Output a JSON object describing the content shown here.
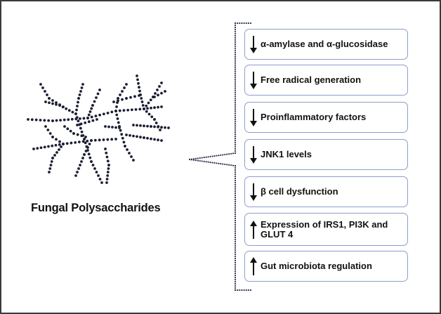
{
  "diagram": {
    "source_label": "Fungal Polysaccharides",
    "source_icon": "polysaccharide-branched-chain",
    "connector": "dotted-curly-bracket",
    "effects": [
      {
        "direction": "down",
        "label": "α-amylase and α-glucosidase"
      },
      {
        "direction": "down",
        "label": "Free radical generation"
      },
      {
        "direction": "down",
        "label": "Proinflammatory factors"
      },
      {
        "direction": "down",
        "label": "JNK1 levels"
      },
      {
        "direction": "down",
        "label": "β cell dysfunction"
      },
      {
        "direction": "up",
        "label": "Expression of IRS1, PI3K and GLUT 4"
      },
      {
        "direction": "up",
        "label": "Gut microbiota regulation"
      }
    ],
    "colors": {
      "box_border": "#8e9ec9",
      "dots": "#1b1f33",
      "text": "#111111",
      "frame": "#3a3a3a"
    }
  }
}
